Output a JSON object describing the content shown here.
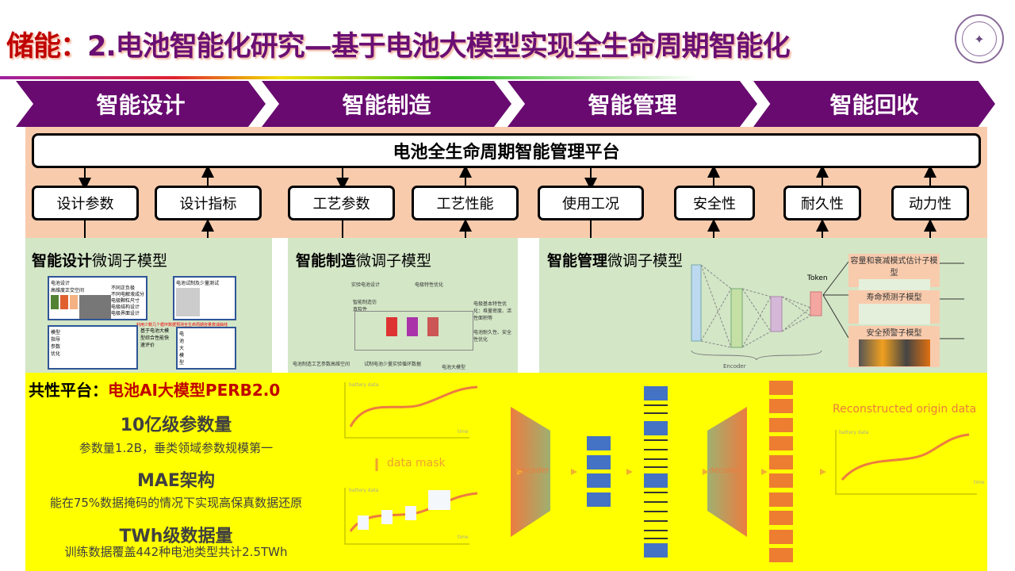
{
  "title": {
    "prefix": "储能：",
    "main": "2.电池智能化研究—基于电池大模型实现全生命周期智能化"
  },
  "stages": [
    "智能设计",
    "智能制造",
    "智能管理",
    "智能回收"
  ],
  "platform": "电池全生命周期智能管理平台",
  "boxes": [
    "设计参数",
    "设计指标",
    "工艺参数",
    "工艺性能",
    "使用工况",
    "安全性",
    "耐久性",
    "动力性"
  ],
  "panels": [
    {
      "bold": "智能设计",
      "rest": "微调子模型",
      "notes": [
        "电池设计",
        "高维度正交空间",
        "不同正负极",
        "不同电解液成分",
        "电极颗粒尺寸",
        "电极结构设计",
        "电极界面设计",
        "电池试制及少量测试",
        "利用少数几个循环数据预测全生命周期容量衰减曲线",
        "基于电池大模型综合性能快速评价",
        "模型指导参数优化",
        "电池大模型"
      ]
    },
    {
      "bold": "智能制造",
      "rest": "微调子模型",
      "notes": [
        "实验电池设计",
        "电极特性优化",
        "智能制造仿真软件",
        "电极基本特性优化：堆量密度、活性面积等",
        "电池耐久性、安全性优化",
        "电池制造工艺参数高维空间",
        "试制电池少量实验循环数据",
        "电池大模型"
      ]
    },
    {
      "bold": "智能管理",
      "rest": "微调子模型",
      "token": "Token",
      "encoder": "Encoder",
      "subs": [
        "容量和衰减模式估计子模型",
        "寿命预测子模型",
        "安全预警子模型"
      ]
    }
  ],
  "common": {
    "label": "共性平台：",
    "name": "电池AI大模型PERB2.0",
    "features": [
      {
        "head": "10亿级参数量",
        "desc": "参数量1.2B，垂类领域参数规模第一"
      },
      {
        "head": "MAE架构",
        "desc": "能在75%数据掩码的情况下实现高保真数据还原"
      },
      {
        "head": "TWh级数据量",
        "desc": "训练数据覆盖442种电池类型共计2.5TWh"
      }
    ]
  },
  "mae": {
    "ylabel": "battery data",
    "xlabel": "time",
    "mask": "data mask",
    "encoder": "encoder",
    "decoder": "decoder",
    "recon": "Reconstructed origin data"
  },
  "colors": {
    "purple": "#680a70",
    "peach": "#f8cbad",
    "green": "#d3e6c6",
    "yellow": "#ffff00",
    "red": "#c00000"
  }
}
